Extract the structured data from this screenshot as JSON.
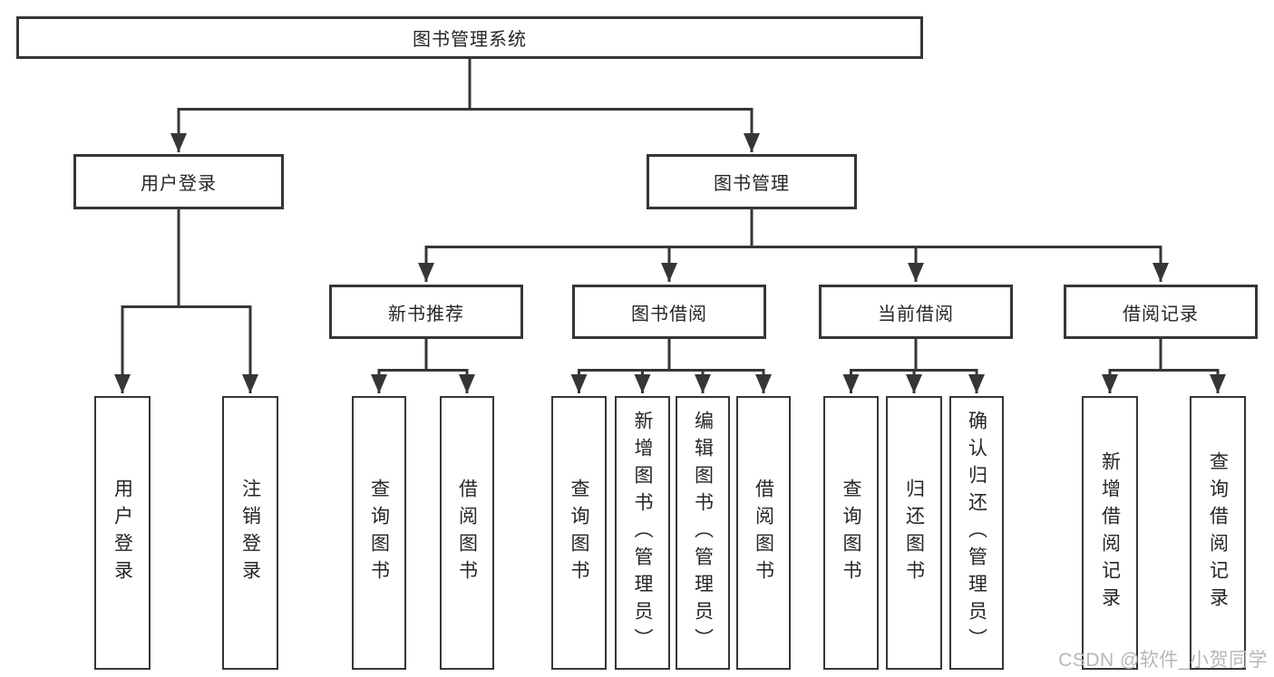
{
  "tree": {
    "root": {
      "label": "图书管理系统"
    },
    "children": [
      {
        "label": "用户登录",
        "leaves": [
          {
            "label": "用户登录"
          },
          {
            "label": "注销登录"
          }
        ]
      },
      {
        "label": "图书管理",
        "children": [
          {
            "label": "新书推荐",
            "leaves": [
              {
                "label": "查询图书"
              },
              {
                "label": "借阅图书"
              }
            ]
          },
          {
            "label": "图书借阅",
            "leaves": [
              {
                "label": "查询图书"
              },
              {
                "label": "新增图书（管理员）"
              },
              {
                "label": "编辑图书（管理员）"
              },
              {
                "label": "借阅图书"
              }
            ]
          },
          {
            "label": "当前借阅",
            "leaves": [
              {
                "label": "查询图书"
              },
              {
                "label": "归还图书"
              },
              {
                "label": "确认归还（管理员）"
              }
            ]
          },
          {
            "label": "借阅记录",
            "leaves": [
              {
                "label": "新增借阅记录"
              },
              {
                "label": "查询借阅记录"
              }
            ]
          }
        ]
      }
    ]
  },
  "colors": {
    "line": "#363636",
    "box_border": "#363636",
    "box_fill": "#ffffff",
    "text": "#262626",
    "watermark": "#b7b7b7"
  },
  "watermark": {
    "text": "CSDN @软件_小贺同学"
  }
}
